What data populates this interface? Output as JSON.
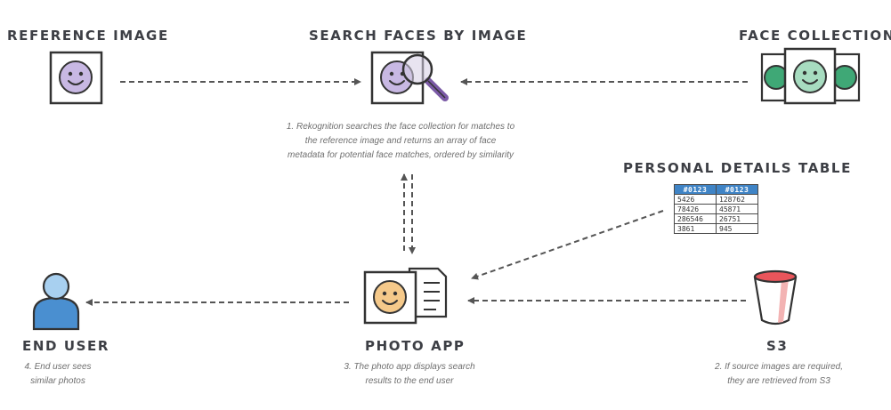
{
  "titles": {
    "reference_image": "REFERENCE IMAGE",
    "search_faces": "SEARCH FACES BY IMAGE",
    "face_collection": "FACE COLLECTION",
    "personal_details": "PERSONAL DETAILS TABLE",
    "end_user": "END USER",
    "photo_app": "PHOTO APP",
    "s3": "S3"
  },
  "captions": {
    "step1": [
      "1. Rekognition searches the face collection for matches to",
      "the reference image and returns an array of face",
      "metadata for potential face matches, ordered by similarity"
    ],
    "step2": [
      "2. If source images are required,",
      "they are retrieved from S3"
    ],
    "step3": [
      "3. The photo app displays search",
      "results to the end user"
    ],
    "step4": [
      "4. End user sees",
      "similar photos"
    ]
  },
  "table": {
    "headers": [
      "#0123",
      "#0123"
    ],
    "rows": [
      [
        "5426",
        "128762"
      ],
      [
        "78426",
        "45871"
      ],
      [
        "286546",
        "26751"
      ],
      [
        "3861",
        "945"
      ]
    ]
  },
  "colors": {
    "purple_face": "#c8b8e3",
    "green_face_dark": "#3fa876",
    "green_face_light": "#a7dcc0",
    "orange_face": "#f5c98a",
    "user_blue": "#4a8fd0",
    "bucket_red": "#e9555b",
    "table_header": "#3f84c6"
  }
}
